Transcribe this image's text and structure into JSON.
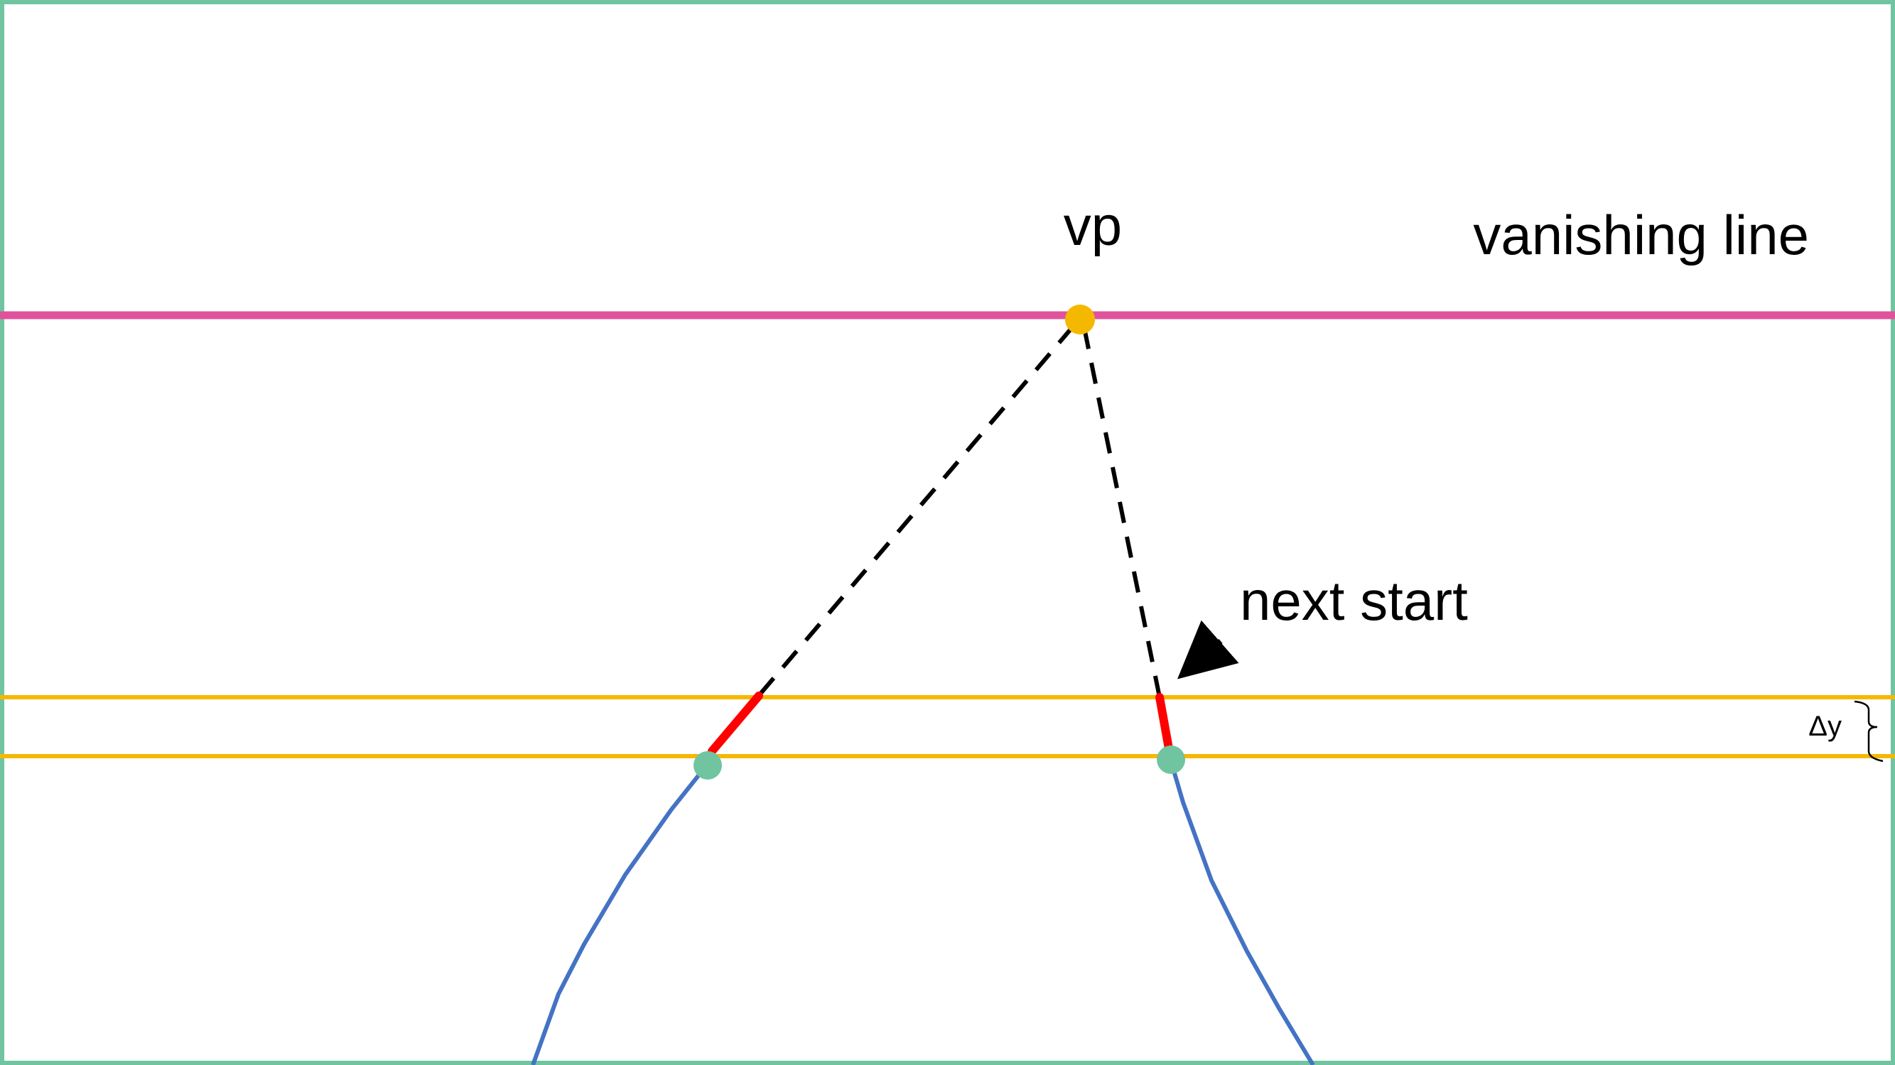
{
  "labels": {
    "vp": "vp",
    "vanishing_line": "vanishing line",
    "next_start": "next start",
    "delta_y": "Δy"
  },
  "colors": {
    "frame": "#70c4a0",
    "vanishing_line": "#e0529c",
    "scan_line": "#f5b800",
    "vanishing_point": "#f5b800",
    "lane_curve": "#4472c4",
    "segment": "#ff0000",
    "dashed_ray": "#000000",
    "anchor_point": "#70c4a0"
  }
}
